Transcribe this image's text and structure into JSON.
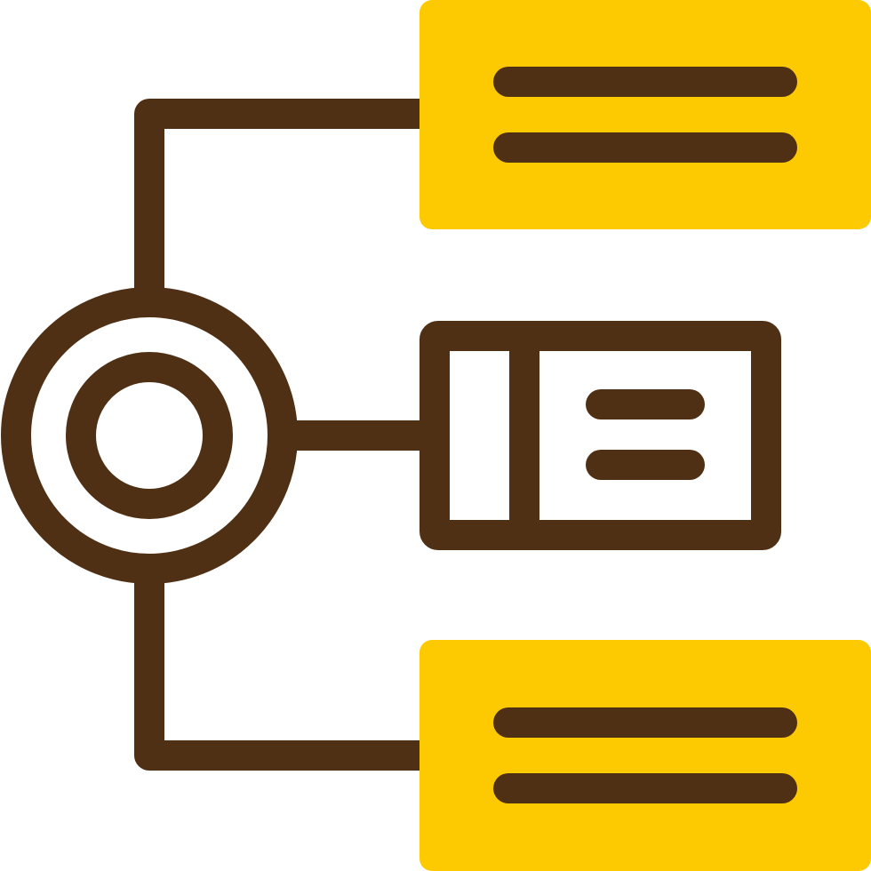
{
  "colors": {
    "stroke": "#4f3015",
    "accent": "#fdc900",
    "background": "#ffffff",
    "fill_white": "#ffffff"
  },
  "icon": {
    "name": "flow-diagram-icon",
    "nodes": [
      {
        "name": "hub-node",
        "shape": "concentric-circles"
      },
      {
        "name": "top-card",
        "style": "filled-accent",
        "text_lines": 2
      },
      {
        "name": "middle-card",
        "style": "outlined-with-sidebar",
        "text_lines": 2
      },
      {
        "name": "bottom-card",
        "style": "filled-accent",
        "text_lines": 2
      }
    ]
  }
}
